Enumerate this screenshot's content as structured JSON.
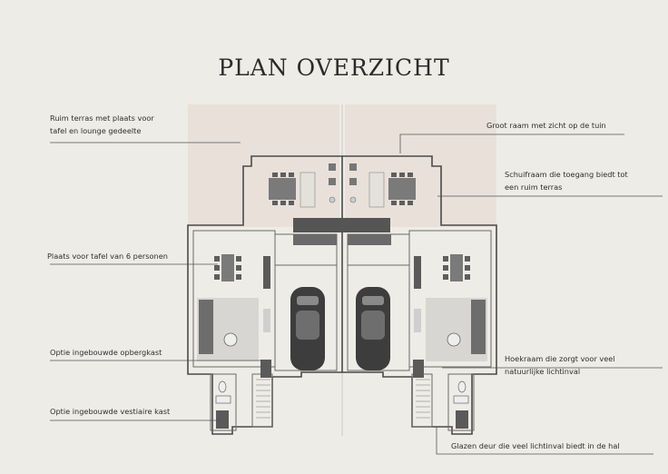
{
  "title": "PLAN OVERZICHT",
  "annotations": {
    "terras": "Ruim terras met plaats voor\ntafel en lounge gedeelte",
    "raam_tuin": "Groot raam met zicht op de tuin",
    "schuifraam": "Schuifraam die toegang biedt tot\neen ruim terras",
    "tafel": "Plaats voor tafel van 6 personen",
    "opbergkast": "Optie ingebouwde opbergkast",
    "hoekraam": "Hoekraam die zorgt voor veel\nnatuurlijke lichtinval",
    "vestiaire": "Optie ingebouwde vestiaire kast",
    "glazen_deur": "Glazen deur die veel lichtinval biedt in de hal"
  },
  "colors": {
    "background": "#eeece6",
    "terrace": "#e9e0da",
    "wall": "#4a4a4a",
    "furniture": "#5e5e5e",
    "leader_line": "#555555"
  }
}
